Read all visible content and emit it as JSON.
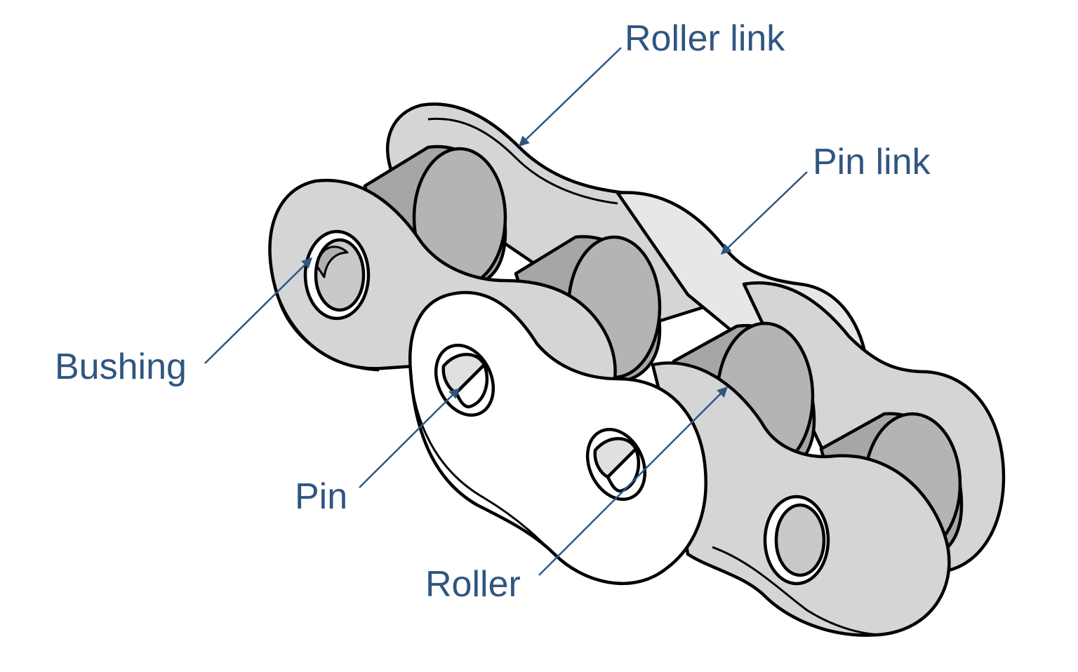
{
  "labels": {
    "roller_link": "Roller link",
    "pin_link": "Pin link",
    "bushing": "Bushing",
    "pin": "Pin",
    "roller": "Roller"
  },
  "colors": {
    "label_text": "#2f5680",
    "leader_line": "#2f5680",
    "roller_link_plate": "#d4d5d7",
    "pin_link_plate": "#ffffff",
    "roller_body": "#a6a6a6",
    "roller_end": "#c9c9c9",
    "outline": "#000000"
  }
}
